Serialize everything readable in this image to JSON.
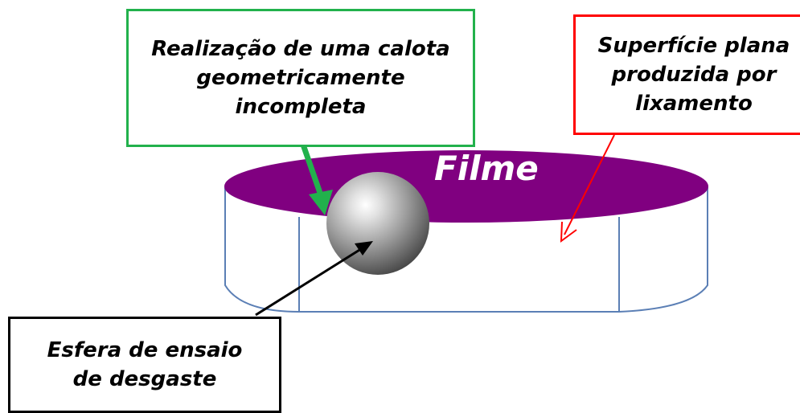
{
  "film_label": "Filme",
  "callouts": {
    "cap": {
      "lines": [
        "Realização de uma calota",
        "geometricamente",
        "incompleta"
      ]
    },
    "surface": {
      "lines": [
        "Superfície plana",
        "produzida por",
        "lixamento"
      ]
    },
    "sphere": {
      "lines": [
        "Esfera de ensaio",
        "de desgaste"
      ]
    }
  },
  "colors": {
    "film": "#800080",
    "cylinder_edge": "#5b7fb5",
    "cap_arrow": "#22b14c",
    "surface_arrow": "#ff0000",
    "sphere_arrow": "#000000"
  }
}
